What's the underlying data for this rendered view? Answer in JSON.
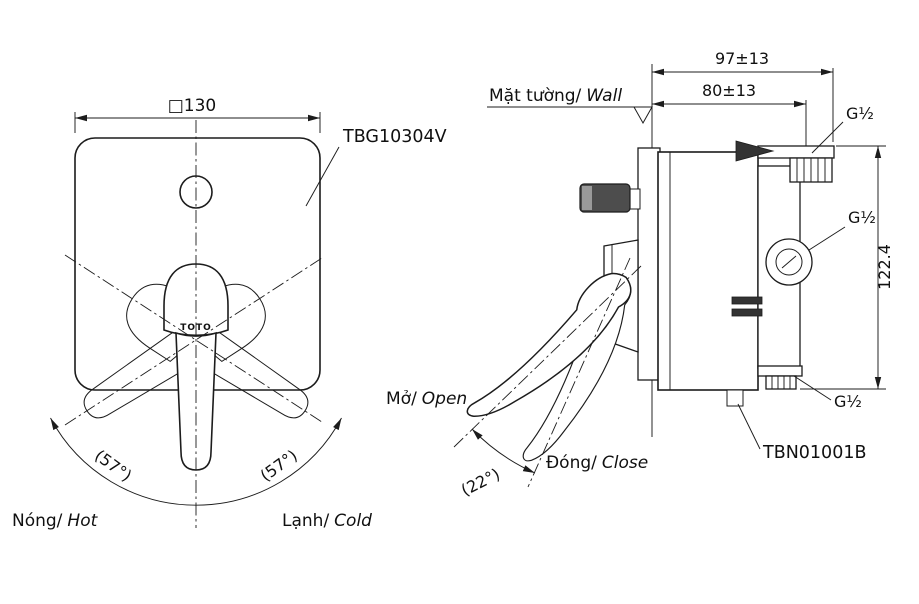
{
  "colors": {
    "ink": "#1c1c1c",
    "dark_fill": "#333333"
  },
  "front_view": {
    "part_number": "TBG10304V",
    "dim_width": "□130",
    "angle_left": "(57°)",
    "angle_right": "(57°)",
    "label_hot_vi": "Nóng/",
    "label_hot_en": "Hot",
    "label_cold_vi": "Lạnh/",
    "label_cold_en": "Cold",
    "logo": "TOTO"
  },
  "side_view": {
    "part_number": "TBN01001B",
    "label_wall_vi": "Mặt tường/",
    "label_wall_en": "Wall",
    "dim_wall_to_end": "97±13",
    "dim_wall_to_body": "80±13",
    "dim_height": "122.4",
    "thread_top": "G½",
    "thread_middle": "G½",
    "thread_bottom": "G½",
    "label_open_vi": "Mở/",
    "label_open_en": "Open",
    "label_close_vi": "Đóng/",
    "label_close_en": "Close",
    "angle_open": "(22°)"
  }
}
